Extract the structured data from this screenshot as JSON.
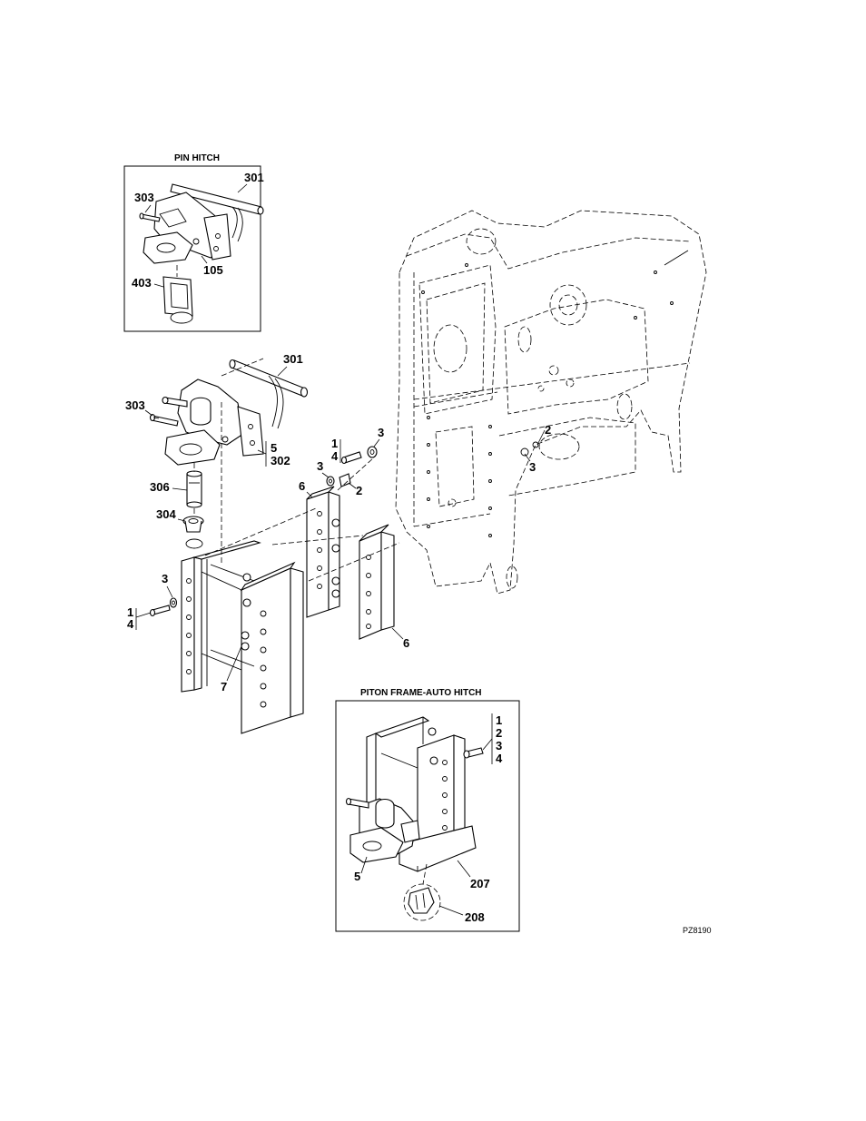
{
  "diagram": {
    "titles": {
      "pin_hitch": "PIN HITCH",
      "piton_frame": "PITON FRAME-AUTO HITCH"
    },
    "reference_code": "PZ8190",
    "pin_hitch_callouts": {
      "c301": "301",
      "c303": "303",
      "c105": "105",
      "c403": "403"
    },
    "main_callouts": {
      "c301": "301",
      "c303": "303",
      "c5": "5",
      "c302": "302",
      "c306": "306",
      "c304": "304",
      "c3_left": "3",
      "c1_left": "1",
      "c4_left": "4",
      "c7": "7",
      "c1_top": "1",
      "c4_top": "4",
      "c3_top": "3",
      "c3_mid": "3",
      "c2_mid": "2",
      "c6_upper": "6",
      "c6_lower": "6",
      "c2_frame": "2",
      "c3_frame": "3"
    },
    "piton_callouts": {
      "c1": "1",
      "c2": "2",
      "c3": "3",
      "c4": "4",
      "c5": "5",
      "c207": "207",
      "c208": "208"
    }
  }
}
